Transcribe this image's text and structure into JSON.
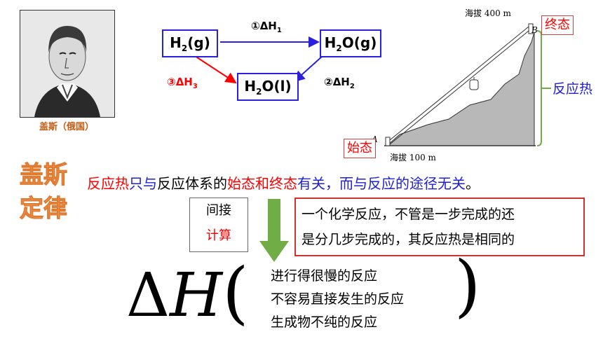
{
  "portrait": {
    "caption": "盖斯（俄国）"
  },
  "diagram": {
    "h2g": "H",
    "h2g_sub": "2",
    "h2g_tail": "(g)",
    "h2og": "H",
    "h2og_sub": "2",
    "h2og_tail": "O(g)",
    "h2ol": "H",
    "h2ol_sub": "2",
    "h2ol_tail": "O(l)",
    "step1": "①ΔH",
    "step1_sub": "1",
    "step2": "②ΔH",
    "step2_sub": "2",
    "step3": "③ΔH",
    "step3_sub": "3"
  },
  "mountain": {
    "top_alt": "海拔 400 m",
    "bottom_alt": "海拔 100 m",
    "point_a": "A",
    "point_b": "B",
    "final_state": "终态",
    "initial_state": "始态",
    "heat_label": "反应热"
  },
  "law": {
    "title_1": "盖斯",
    "title_2": "定律",
    "s1": "反应热",
    "s2": "只与",
    "s3": "反应体系的",
    "s4": "始态和终态",
    "s5": "有关，而",
    "s6": "与反应的途径无关",
    "s7": "。"
  },
  "tags": {
    "indirect": "间接",
    "calc": "计算"
  },
  "note": {
    "line1": "一个化学反应，不管是一步完成的还",
    "line2": "是分几步完成的，其反应热是相同的"
  },
  "formula": {
    "delta": "Δ",
    "h": "H",
    "lparen": "(",
    "rparen": ")"
  },
  "uses": [
    "进行得很慢的反应",
    "不容易直接发生的反应",
    "生成物不纯的反应"
  ],
  "colors": {
    "blue": "#2b1fe0",
    "red": "#ff0000",
    "orange": "#f4b183",
    "green": "#70ad47"
  }
}
